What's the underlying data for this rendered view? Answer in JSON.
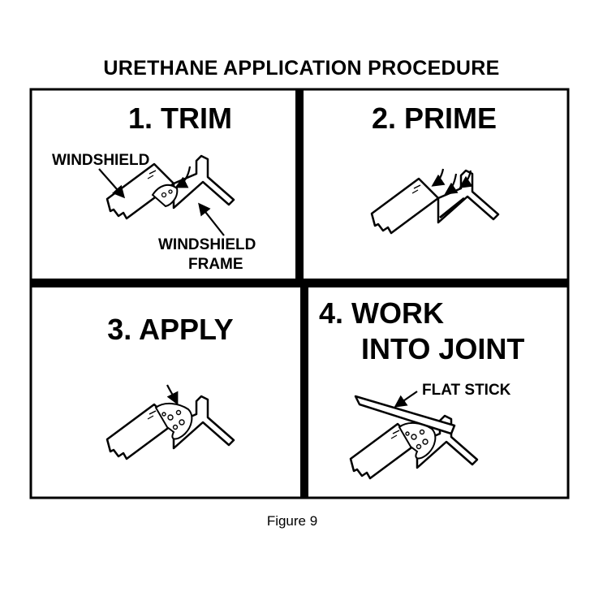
{
  "title": "URETHANE APPLICATION PROCEDURE",
  "caption": "Figure 9",
  "panels": [
    {
      "heading": "1. TRIM",
      "labels": [
        "WINDSHIELD",
        "WINDSHIELD",
        "FRAME"
      ]
    },
    {
      "heading": "2. PRIME",
      "labels": []
    },
    {
      "heading": "3. APPLY",
      "labels": []
    },
    {
      "heading_line1": "4. WORK",
      "heading_line2": "INTO JOINT",
      "labels": [
        "FLAT STICK"
      ]
    }
  ]
}
